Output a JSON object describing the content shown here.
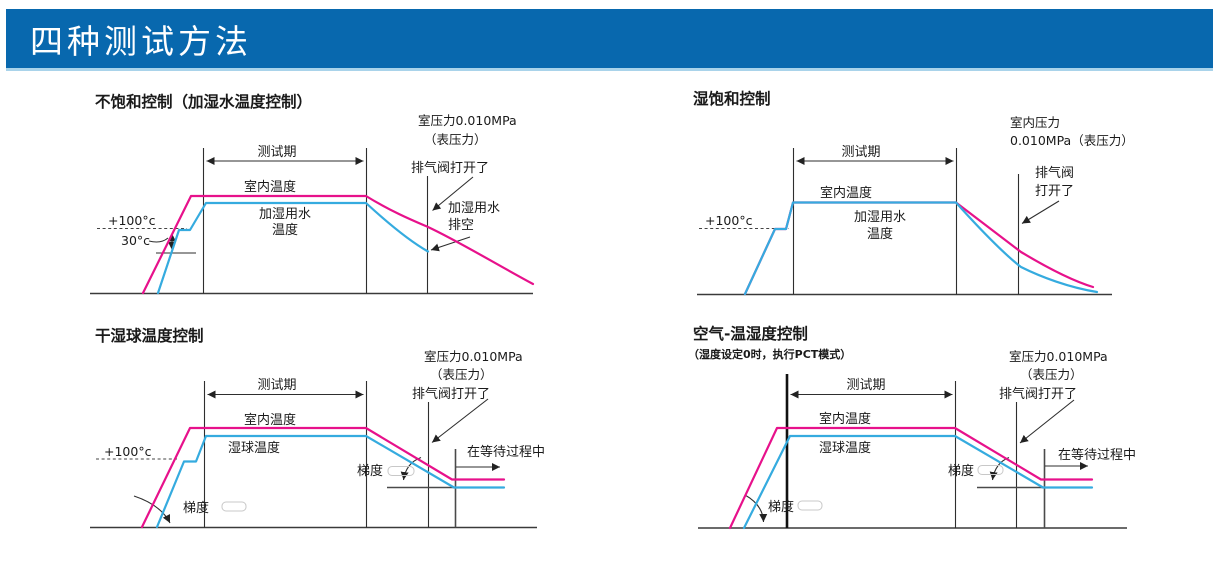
{
  "header": {
    "title": "四种测试方法"
  },
  "colors": {
    "banner": "#0868ae",
    "banner_underline": "#a9d3ea",
    "room_temp_curve": "#e7118b",
    "water_temp_curve": "#35abdf"
  },
  "panels": {
    "tl": {
      "title": "不饱和控制（加湿水温度控制）",
      "pressure_line1": "室压力0.010MPa",
      "pressure_line2": "（表压力）",
      "valve_label": "排气阀打开了",
      "test_period": "测试期",
      "room_temp": "室内温度",
      "water_temp_line1": "加湿用水",
      "water_temp_line2": "温度",
      "temp_100": "+100°c",
      "temp_30": "30°c",
      "drain_line1": "加湿用水",
      "drain_line2": "排空"
    },
    "tr": {
      "title": "湿饱和控制",
      "pressure_line1": "室内压力",
      "pressure_line2": "0.010MPa（表压力）",
      "valve_line1": "排气阀",
      "valve_line2": "打开了",
      "test_period": "测试期",
      "room_temp": "室内温度",
      "water_temp_line1": "加湿用水",
      "water_temp_line2": "温度",
      "temp_100": "+100°c"
    },
    "bl": {
      "title": "干湿球温度控制",
      "pressure_line1": "室压力0.010MPa",
      "pressure_line2": "（表压力）",
      "valve_label": "排气阀打开了",
      "test_period": "测试期",
      "room_temp": "室内温度",
      "wet_bulb": "湿球温度",
      "temp_100": "+100°c",
      "gradient_left": "梯度",
      "gradient_right": "梯度",
      "waiting": "在等待过程中"
    },
    "br": {
      "title": "空气-温湿度控制",
      "subtitle": "（湿度设定0时，执行PCT模式）",
      "pressure_line1": "室压力0.010MPa",
      "pressure_line2": "（表压力）",
      "valve_label": "排气阀打开了",
      "test_period": "测试期",
      "room_temp": "室内温度",
      "wet_bulb": "湿球温度",
      "gradient_left": "梯度",
      "gradient_right": "梯度",
      "waiting": "在等待过程中"
    }
  }
}
